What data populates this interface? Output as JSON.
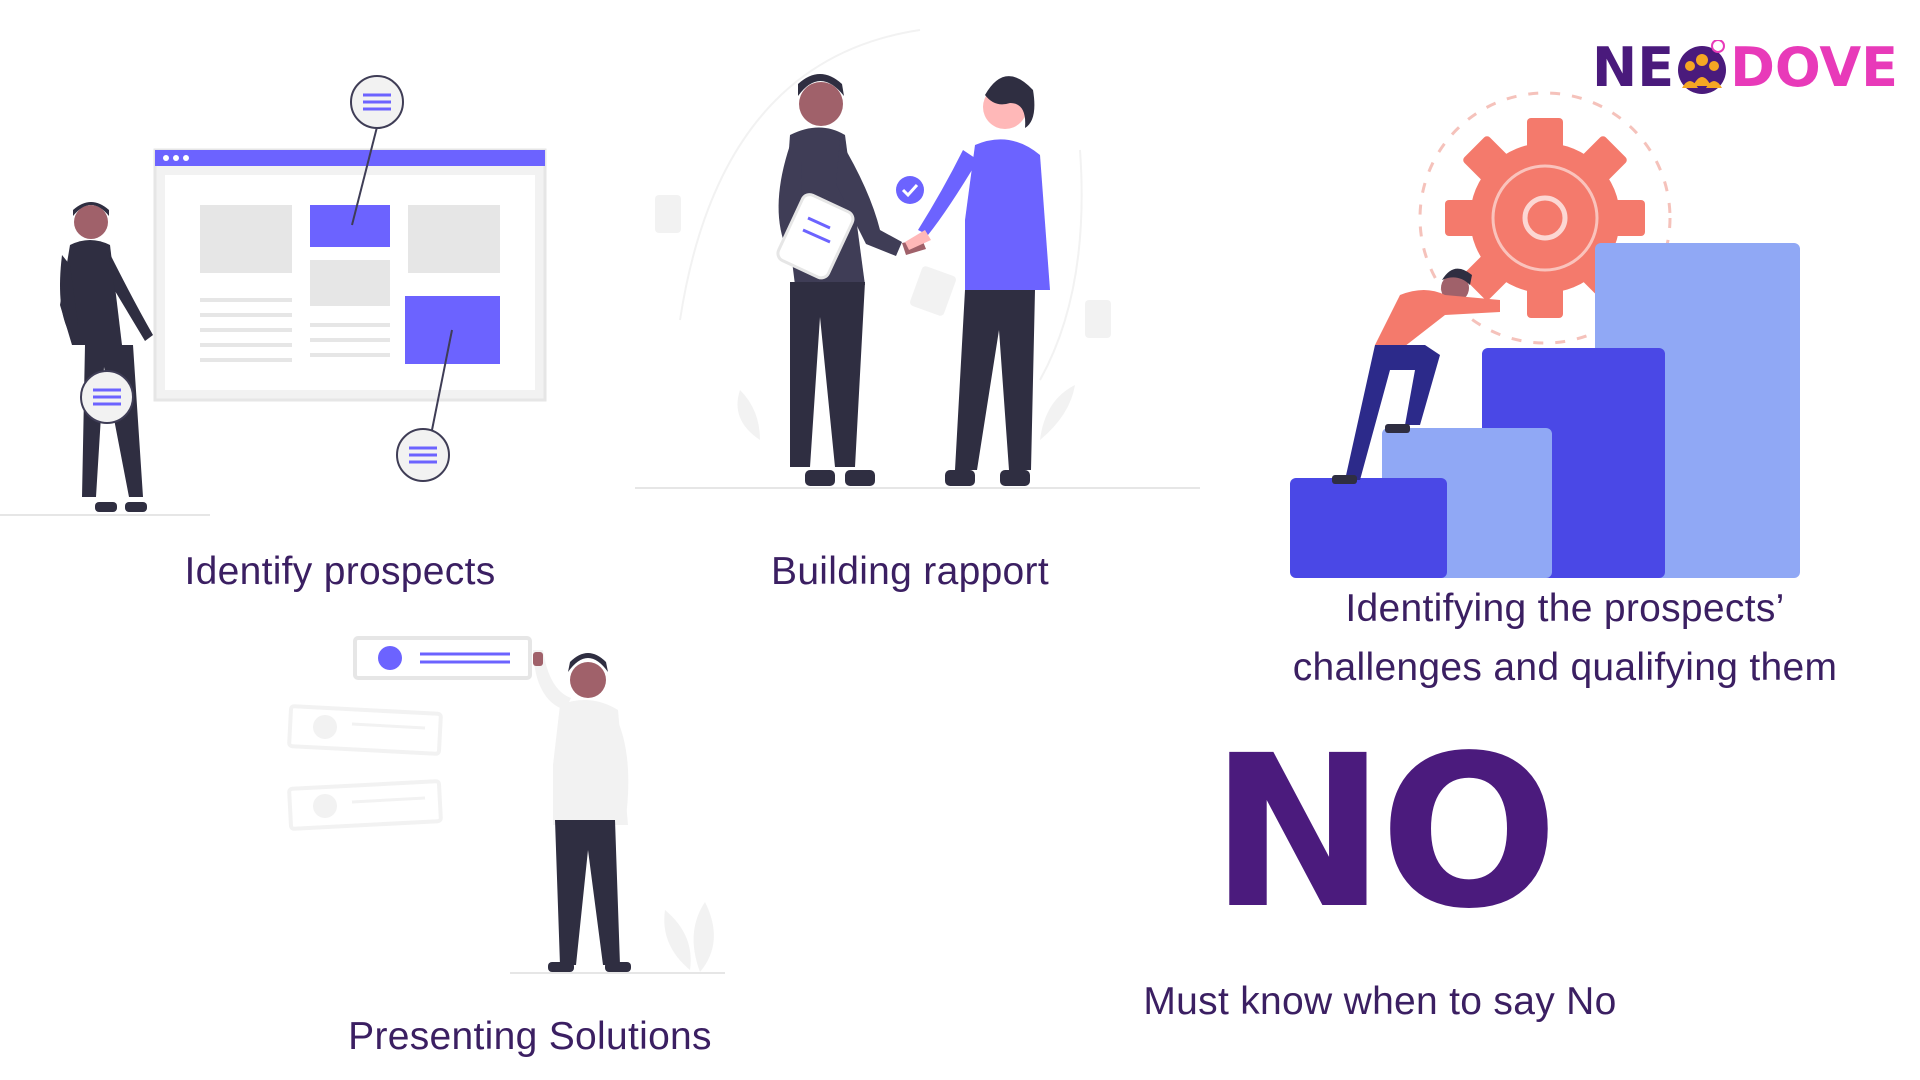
{
  "logo": {
    "part1": "NE",
    "part2": "DOVE",
    "icon": "dove-people-icon",
    "colors": {
      "ne": "#4a1a7c",
      "dove": "#e83ab9",
      "mark": "#f5a623"
    }
  },
  "steps": [
    {
      "label": "Identify prospects",
      "icon": "website-wireframe-person-illustration"
    },
    {
      "label": "Building rapport",
      "icon": "handshake-illustration"
    },
    {
      "label_line1": "Identifying the prospects’",
      "label_line2": "challenges and qualifying them",
      "icon": "gear-climbing-steps-illustration"
    },
    {
      "label": "Presenting Solutions",
      "icon": "person-presenting-board-illustration"
    },
    {
      "big_text": "NO",
      "label": "Must know when to say No"
    }
  ],
  "colors": {
    "caption": "#3b1f62",
    "accent_purple": "#6c63ff",
    "dark": "#2f2e41",
    "gear": "#f47a6c",
    "blue": "#4a48e6",
    "light_blue": "#90a8f5"
  }
}
